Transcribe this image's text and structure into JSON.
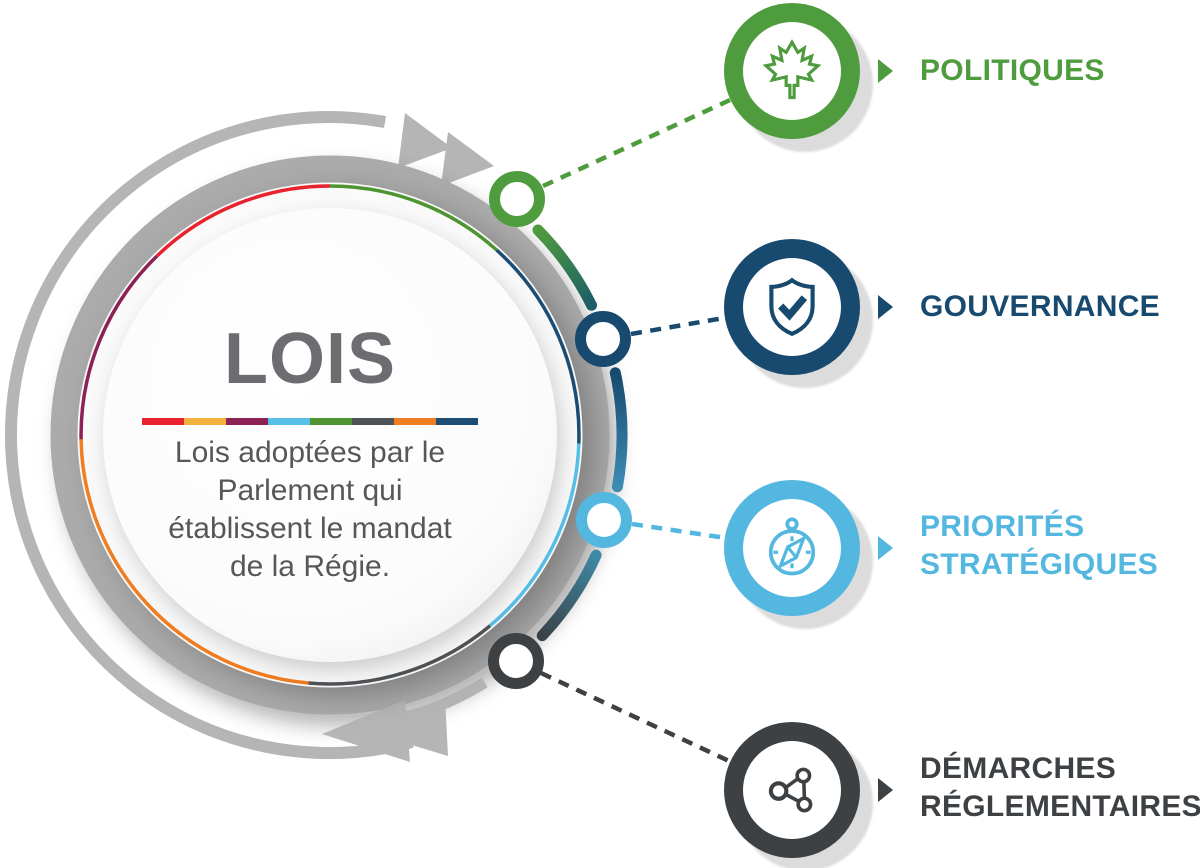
{
  "center": {
    "title": "LOIS",
    "description": "Lois adoptées par le\nParlement qui\nétablissent le mandat\nde la Régie.",
    "divider_colors": [
      "#e8232e",
      "#f3b23d",
      "#8c2156",
      "#57c0e8",
      "#4f9433",
      "#4f5356",
      "#f07d20",
      "#1c4d74"
    ]
  },
  "items": [
    {
      "id": "politiques",
      "label": "POLITIQUES",
      "color": "#4f9c3e",
      "icon": "maple-leaf-icon"
    },
    {
      "id": "gouvernance",
      "label": "GOUVERNANCE",
      "color": "#174a6e",
      "icon": "shield-check-icon"
    },
    {
      "id": "priorites",
      "label": "PRIORITÉS\nSTRATÉGIQUES",
      "color": "#53b7e0",
      "icon": "compass-icon"
    },
    {
      "id": "demarches",
      "label": "DÉMARCHES\nRÉGLEMENTAIRES",
      "color": "#3e4144",
      "icon": "network-icon"
    }
  ],
  "colors": {
    "green": "#4f9c3e",
    "navy": "#174a6e",
    "blue": "#53b7e0",
    "dark": "#3e4144",
    "ring_gray": "#ababab",
    "arc_gray": "#b5b5b5",
    "title_gray": "#6c6d70",
    "text_gray": "#56575a"
  }
}
